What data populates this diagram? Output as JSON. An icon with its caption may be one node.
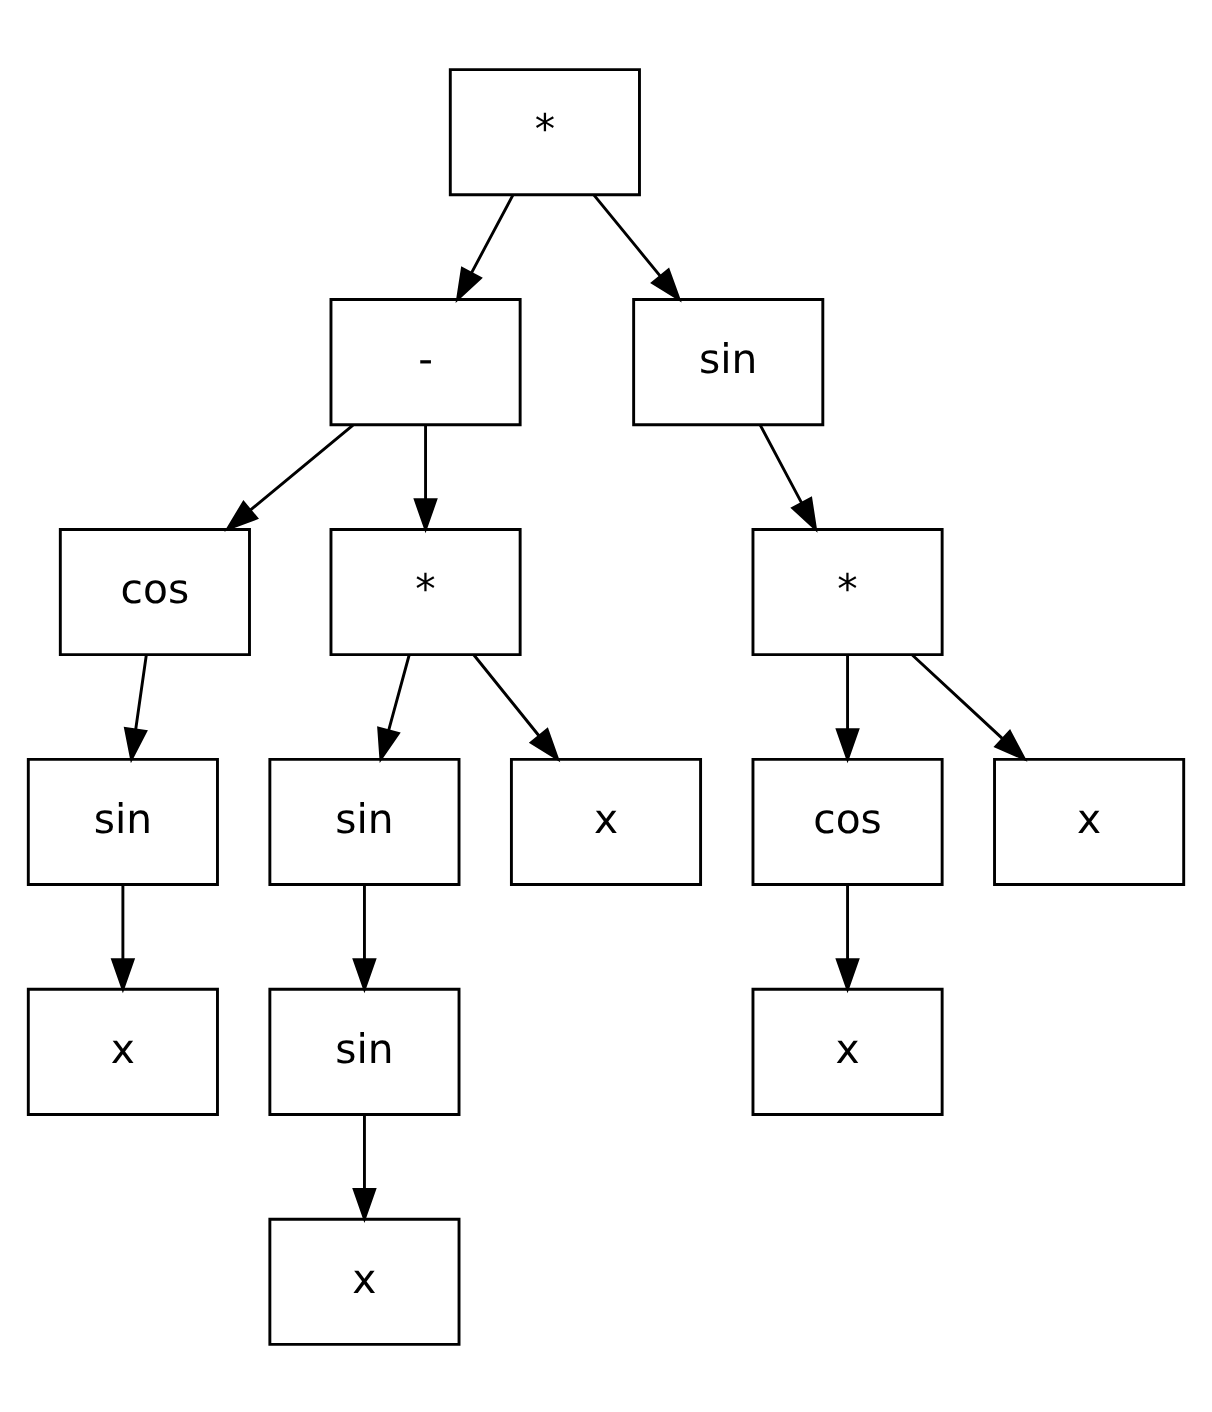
{
  "diagram": {
    "nodes": [
      {
        "text": [
          "*"
        ]
      },
      {
        "text": [
          "-"
        ]
      },
      {
        "text": [
          "sin"
        ]
      },
      {
        "text": [
          "cos"
        ]
      },
      {
        "text": [
          "*"
        ]
      },
      {
        "text": [
          "*"
        ]
      },
      {
        "text": [
          "sin"
        ]
      },
      {
        "text": [
          "sin"
        ]
      },
      {
        "text": [
          "x"
        ]
      },
      {
        "text": [
          "cos"
        ]
      },
      {
        "text": [
          "x"
        ]
      },
      {
        "text": [
          "x"
        ]
      },
      {
        "text": [
          "sin"
        ]
      },
      {
        "text": [
          "x"
        ]
      },
      {
        "text": [
          "x"
        ]
      }
    ],
    "edges": [
      {
        "from": 0,
        "to": 1,
        "arrow": "to"
      },
      {
        "from": 0,
        "to": 2,
        "arrow": "to"
      },
      {
        "from": 1,
        "to": 3,
        "arrow": "to"
      },
      {
        "from": 1,
        "to": 4,
        "arrow": "to"
      },
      {
        "from": 2,
        "to": 5,
        "arrow": "to"
      },
      {
        "from": 3,
        "to": 6,
        "arrow": "to"
      },
      {
        "from": 4,
        "to": 7,
        "arrow": "to"
      },
      {
        "from": 4,
        "to": 8,
        "arrow": "to"
      },
      {
        "from": 5,
        "to": 9,
        "arrow": "to"
      },
      {
        "from": 5,
        "to": 10,
        "arrow": "to"
      },
      {
        "from": 6,
        "to": 11,
        "arrow": "to"
      },
      {
        "from": 7,
        "to": 12,
        "arrow": "to"
      },
      {
        "from": 9,
        "to": 13,
        "arrow": "to"
      },
      {
        "from": 12,
        "to": 14,
        "arrow": "to"
      }
    ]
  }
}
